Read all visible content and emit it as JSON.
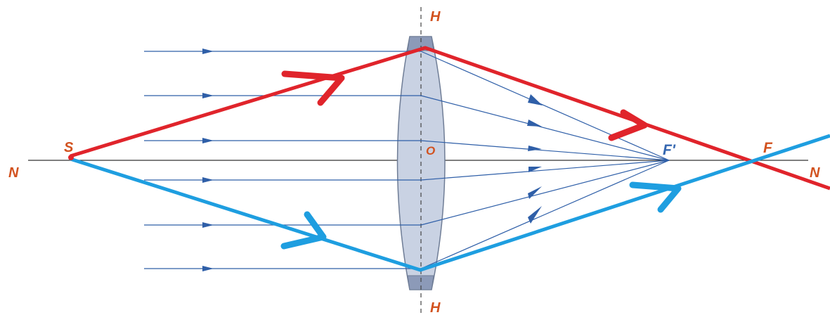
{
  "labels": {
    "axis_left": "N",
    "axis_right": "N",
    "lens_top": "H",
    "lens_bottom": "H",
    "center": "O",
    "source": "S",
    "focus_image": "F'",
    "focus": "F"
  },
  "colors": {
    "label_orange": "#d2521f",
    "label_blue": "#3567b0",
    "red_ray": "#e0242b",
    "blue_ray": "#1e9ee0",
    "thin_rays": "#2f5fa8",
    "lens_fill": "#c9d2e3",
    "lens_stroke": "#6f7d96"
  }
}
